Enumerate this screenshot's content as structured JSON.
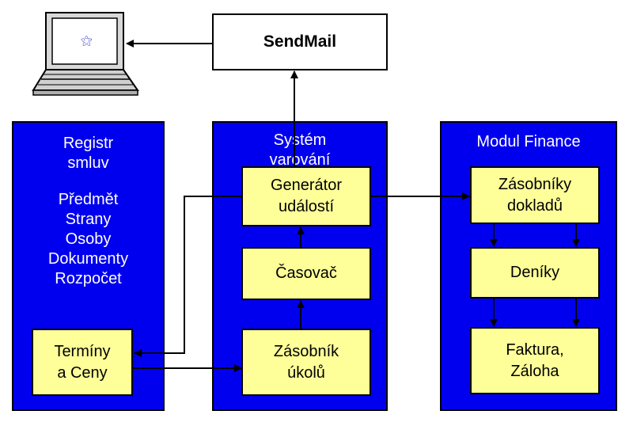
{
  "colors": {
    "panel": "#0000ee",
    "box": "#ffff99",
    "line": "#000000",
    "text_on_panel": "#ffffff"
  },
  "sendmail": {
    "label": "SendMail"
  },
  "laptop": {
    "icon": "laptop-icon"
  },
  "panels": {
    "registr": {
      "title": "Registr\nsmluv",
      "items": [
        "Předmět",
        "Strany",
        "Osoby",
        "Dokumenty",
        "Rozpočet"
      ],
      "box": "Termíny\na Ceny"
    },
    "varovani": {
      "title": "Systém\nvarování",
      "generator": "Generátor\nudálostí",
      "casovac": "Časovač",
      "zasobnik": "Zásobník\núkolů"
    },
    "finance": {
      "title": "Modul Finance",
      "zasobniky": "Zásobníky\ndokladů",
      "deniky": "Deníky",
      "faktura": "Faktura,\nZáloha"
    }
  }
}
